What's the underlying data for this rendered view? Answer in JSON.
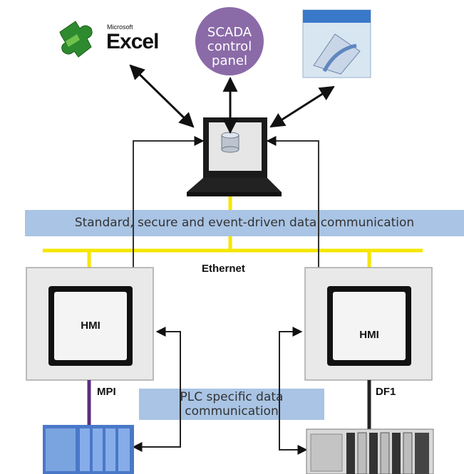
{
  "apps": {
    "excel": {
      "brand": "Microsoft",
      "name": "Excel"
    },
    "scada": {
      "line1": "SCADA",
      "line2": "control",
      "line3": "panel"
    }
  },
  "bands": {
    "communication": "Standard, secure and event-driven data communication",
    "plc_line1": "PLC specific data",
    "plc_line2": "communication"
  },
  "network": {
    "ethernet_label": "Ethernet"
  },
  "hmi": {
    "left_label": "HMI",
    "right_label": "HMI"
  },
  "links": {
    "left_protocol": "MPI",
    "right_protocol": "DF1"
  },
  "colors": {
    "band": "#a9c4e4",
    "ethernet": "#f5e600",
    "scada_circle": "#8b6aa8",
    "mpi_line": "#5a2d82",
    "hmi_frame": "#e9e9e9",
    "plc_left": "#4a78c8"
  }
}
